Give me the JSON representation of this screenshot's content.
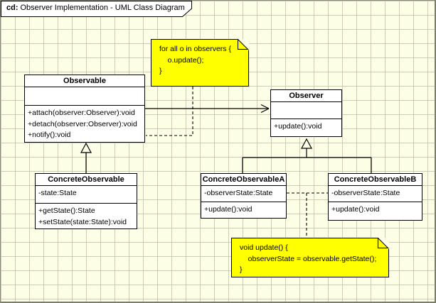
{
  "frame": {
    "tab_prefix": "cd:",
    "tab_title": "Observer Implementation - UML Class Diagram"
  },
  "classes": [
    {
      "name": "Observable",
      "attributes": [],
      "operations": [
        "+attach(observer:Observer):void",
        "+detach(observer:Observer):void",
        "+notify():void"
      ]
    },
    {
      "name": "Observer",
      "attributes": [],
      "operations": [
        "+update():void"
      ]
    },
    {
      "name": "ConcreteObservable",
      "attributes": [
        "-state:State"
      ],
      "operations": [
        "+getState():State",
        "+setState(state:State):void"
      ]
    },
    {
      "name": "ConcreteObservableA",
      "attributes": [
        "-observerState:State"
      ],
      "operations": [
        "+update():void"
      ]
    },
    {
      "name": "ConcreteObservableB",
      "attributes": [
        "-observerState:State"
      ],
      "operations": [
        "+update():void"
      ]
    }
  ],
  "notes": [
    {
      "lines": [
        "for all o in observers {",
        "    o.update();",
        "}"
      ]
    },
    {
      "lines": [
        "void update() {",
        "    observerState = observable.getState();",
        "}"
      ]
    }
  ],
  "relationships": [
    {
      "type": "association",
      "from": "Observable",
      "to": "Observer"
    },
    {
      "type": "generalization",
      "from": "ConcreteObservable",
      "to": "Observable"
    },
    {
      "type": "generalization",
      "from": "ConcreteObservableA",
      "to": "Observer"
    },
    {
      "type": "generalization",
      "from": "ConcreteObservableB",
      "to": "Observer"
    },
    {
      "type": "note-anchor",
      "from": "note-notify-code",
      "to": "Observable.notify"
    },
    {
      "type": "note-anchor",
      "from": "note-update-code",
      "to": "ConcreteObservableA/B.update"
    }
  ],
  "colors": {
    "background": "#fdfee6",
    "grid_line": "#c9cad1",
    "box_fill": "#ffffff",
    "note_fill": "#ffff00",
    "line": "#000000",
    "frame_border": "#7d7d6e"
  }
}
